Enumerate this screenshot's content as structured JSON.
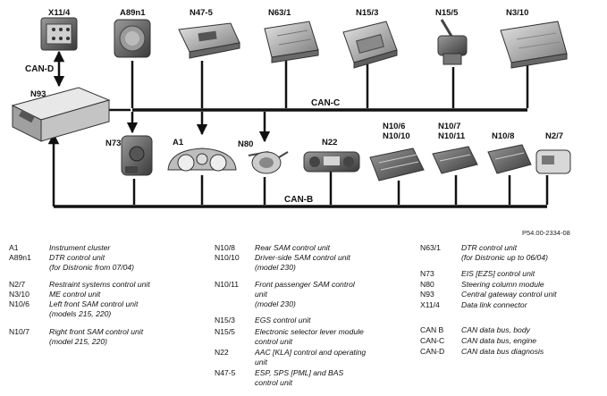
{
  "buses": {
    "can_c": "CAN-C",
    "can_b": "CAN-B",
    "can_d": "CAN-D"
  },
  "components": {
    "x11_4": "X11/4",
    "a89n1": "A89n1",
    "n47_5": "N47-5",
    "n63_1": "N63/1",
    "n15_3": "N15/3",
    "n15_5": "N15/5",
    "n3_10": "N3/10",
    "n93": "N93",
    "n73": "N73",
    "a1": "A1",
    "n80": "N80",
    "n22": "N22",
    "n10_6_10": [
      "N10/6",
      "N10/10"
    ],
    "n10_7_11": [
      "N10/7",
      "N10/11"
    ],
    "n10_8": "N10/8",
    "n2_7": "N2/7"
  },
  "reference": "P54.00-2334-08",
  "legend": {
    "col1": [
      {
        "code": "A1",
        "lines": [
          "Instrument cluster"
        ]
      },
      {
        "code": "A89n1",
        "lines": [
          "DTR control unit",
          "(for Distronic from 07/04)"
        ]
      },
      {
        "code": "N2/7",
        "lines": [
          "Restraint systems control unit"
        ]
      },
      {
        "code": "N3/10",
        "lines": [
          "ME control unit"
        ]
      },
      {
        "code": "N10/6",
        "lines": [
          "Left front SAM control unit",
          "(models 215, 220)"
        ]
      },
      {
        "code": "N10/7",
        "lines": [
          "Right front SAM control unit",
          "(model 215, 220)"
        ]
      }
    ],
    "col2": [
      {
        "code": "N10/8",
        "lines": [
          "Rear SAM control unit"
        ]
      },
      {
        "code": "N10/10",
        "lines": [
          "Driver-side SAM control unit",
          "(model 230)"
        ]
      },
      {
        "code": "N10/11",
        "lines": [
          "Front passenger SAM control",
          "unit",
          "(model 230)"
        ]
      },
      {
        "code": "N15/3",
        "lines": [
          "EGS control unit"
        ]
      },
      {
        "code": "N15/5",
        "lines": [
          "Electronic selector lever module",
          "control unit"
        ]
      },
      {
        "code": "N22",
        "lines": [
          "AAC [KLA] control and operating",
          "unit"
        ]
      },
      {
        "code": "N47-5",
        "lines": [
          "ESP, SPS [PML] and BAS",
          "control unit"
        ]
      }
    ],
    "col3": [
      {
        "code": "N63/1",
        "lines": [
          "DTR control unit",
          "(for Distronic up to 06/04)"
        ]
      },
      {
        "code": "N73",
        "lines": [
          "EIS [EZS] control unit"
        ]
      },
      {
        "code": "N80",
        "lines": [
          "Steering column module"
        ]
      },
      {
        "code": "N93",
        "lines": [
          "Central gateway control unit"
        ]
      },
      {
        "code": "X11/4",
        "lines": [
          "Data link connector"
        ]
      },
      {
        "code": "CAN B",
        "lines": [
          "CAN data bus, body"
        ]
      },
      {
        "code": "CAN-C",
        "lines": [
          "CAN data bus, engine"
        ]
      },
      {
        "code": "CAN-D",
        "lines": [
          "CAN data bus diagnosis"
        ]
      }
    ]
  }
}
